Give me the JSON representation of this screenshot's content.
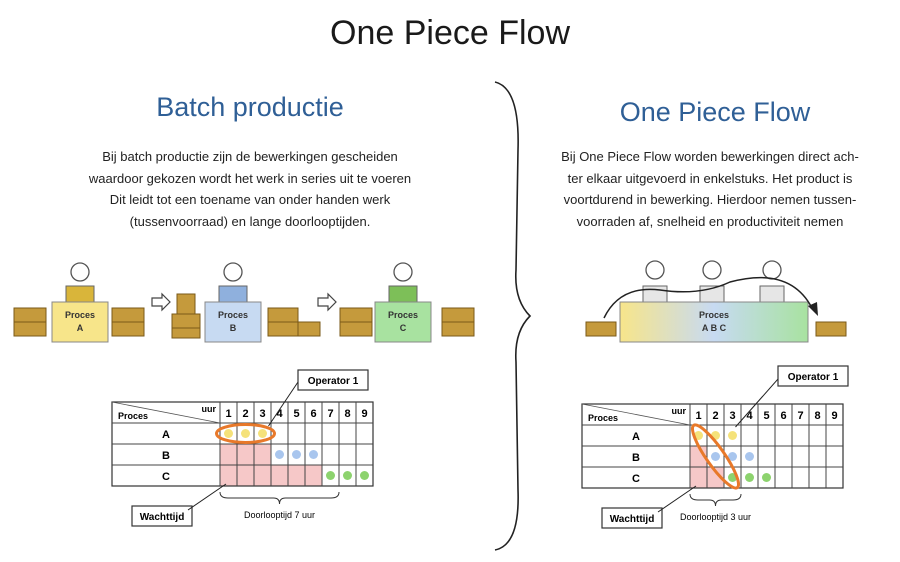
{
  "title": "One Piece Flow",
  "batch": {
    "heading": "Batch productie",
    "description": [
      "Bij batch productie zijn de bewerkingen gescheiden",
      "waardoor gekozen wordt het werk in series uit te voeren",
      "Dit  leidt tot een toename van onder handen werk",
      "(tussenvoorraad) en lange doorlooptijden."
    ],
    "stations": [
      {
        "proces": "Proces",
        "letter": "A",
        "color": "#f7e58a",
        "head": "#d9b53a"
      },
      {
        "proces": "Proces",
        "letter": "B",
        "color": "#c7daf2",
        "head": "#8fb0dd"
      },
      {
        "proces": "Proces",
        "letter": "C",
        "color": "#a8e2a0",
        "head": "#7dbf58"
      }
    ],
    "table": {
      "corner_row": "Proces",
      "corner_col": "uur",
      "hours": [
        "1",
        "2",
        "3",
        "4",
        "5",
        "6",
        "7",
        "8",
        "9"
      ],
      "rows": [
        "A",
        "B",
        "C"
      ],
      "callout_operator": "Operator 1",
      "callout_wait": "Wachttijd",
      "throughput": "Doorlooptijd 7 uur"
    }
  },
  "flow": {
    "heading": "One Piece Flow",
    "description": [
      "Bij One Piece Flow worden bewerkingen direct ach-",
      "ter elkaar uitgevoerd in enkelstuks. Het product is",
      "voortdurend in bewerking. Hierdoor nemen tussen-",
      "voorraden af,  snelheid en productiviteit nemen"
    ],
    "station_label": "Proces",
    "station_letters": "A B C",
    "table": {
      "corner_row": "Proces",
      "corner_col": "uur",
      "hours": [
        "1",
        "2",
        "3",
        "4",
        "5",
        "6",
        "7",
        "8",
        "9"
      ],
      "rows": [
        "A",
        "B",
        "C"
      ],
      "callout_operator": "Operator 1",
      "callout_wait": "Wachttijd",
      "throughput": "Doorlooptijd 3 uur"
    }
  },
  "colors": {
    "box": "#c59a3c",
    "box_stroke": "#7a5a18",
    "wait": "#f6c8c8",
    "operator_ring": "#e8792a",
    "dot_a": "#f5e27a",
    "dot_b": "#a9c6ee",
    "dot_c": "#8dd36e"
  }
}
